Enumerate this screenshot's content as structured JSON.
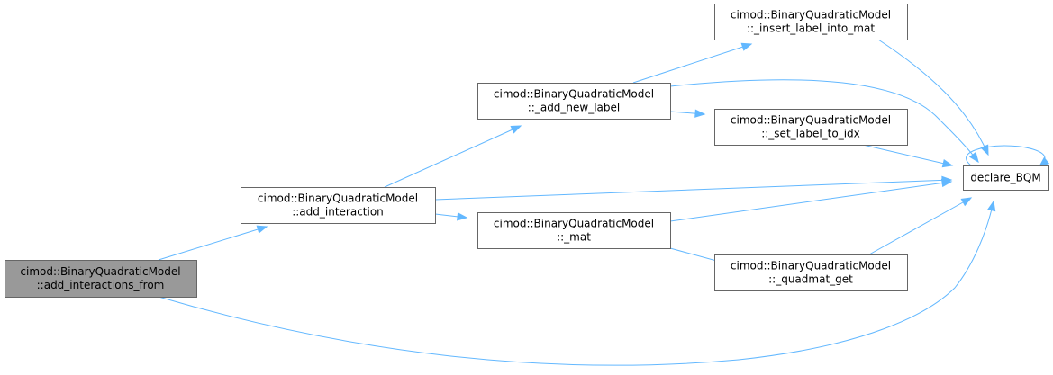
{
  "diagram": {
    "nodes": [
      {
        "id": "add_interactions_from",
        "lines": [
          "cimod::BinaryQuadraticModel",
          "::add_interactions_from"
        ],
        "highlighted": true
      },
      {
        "id": "add_interaction",
        "lines": [
          "cimod::BinaryQuadraticModel",
          "::add_interaction"
        ],
        "highlighted": false
      },
      {
        "id": "add_new_label",
        "lines": [
          "cimod::BinaryQuadraticModel",
          "::_add_new_label"
        ],
        "highlighted": false
      },
      {
        "id": "mat",
        "lines": [
          "cimod::BinaryQuadraticModel",
          "::_mat"
        ],
        "highlighted": false
      },
      {
        "id": "insert_label_into_mat",
        "lines": [
          "cimod::BinaryQuadraticModel",
          "::_insert_label_into_mat"
        ],
        "highlighted": false
      },
      {
        "id": "set_label_to_idx",
        "lines": [
          "cimod::BinaryQuadraticModel",
          "::_set_label_to_idx"
        ],
        "highlighted": false
      },
      {
        "id": "quadmat_get",
        "lines": [
          "cimod::BinaryQuadraticModel",
          "::_quadmat_get"
        ],
        "highlighted": false
      },
      {
        "id": "declare_BQM",
        "lines": [
          "declare_BQM"
        ],
        "highlighted": false
      }
    ],
    "edges": [
      {
        "from": "add_interactions_from",
        "to": "add_interaction"
      },
      {
        "from": "add_interactions_from",
        "to": "declare_BQM"
      },
      {
        "from": "add_interaction",
        "to": "add_new_label"
      },
      {
        "from": "add_interaction",
        "to": "declare_BQM"
      },
      {
        "from": "add_interaction",
        "to": "mat"
      },
      {
        "from": "add_new_label",
        "to": "insert_label_into_mat"
      },
      {
        "from": "add_new_label",
        "to": "declare_BQM"
      },
      {
        "from": "add_new_label",
        "to": "set_label_to_idx"
      },
      {
        "from": "insert_label_into_mat",
        "to": "declare_BQM"
      },
      {
        "from": "set_label_to_idx",
        "to": "declare_BQM"
      },
      {
        "from": "declare_BQM",
        "to": "declare_BQM"
      },
      {
        "from": "mat",
        "to": "declare_BQM"
      },
      {
        "from": "mat",
        "to": "quadmat_get"
      },
      {
        "from": "quadmat_get",
        "to": "declare_BQM"
      }
    ],
    "colors": {
      "edge": "#63b8ff",
      "node_border": "#666666",
      "node_fill": "#ffffff",
      "highlight_fill": "#999999",
      "text": "#000000"
    }
  }
}
